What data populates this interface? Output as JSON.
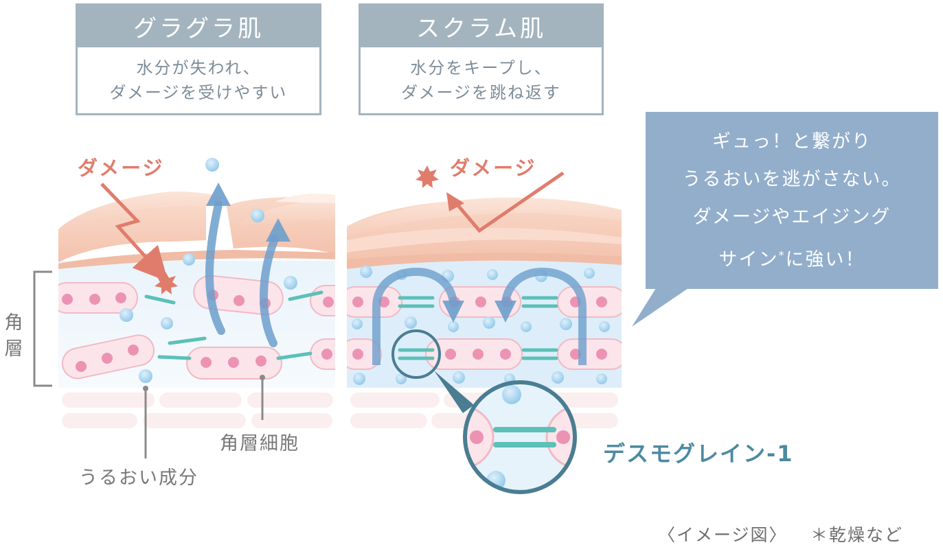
{
  "left_panel": {
    "title": "グラグラ肌",
    "line1": "水分が失われ、",
    "line2": "ダメージを受けやすい",
    "damage_label": "ダメージ"
  },
  "right_panel": {
    "title": "スクラム肌",
    "line1": "水分をキープし、",
    "line2": "ダメージを跳ね返す",
    "damage_label": "ダメージ"
  },
  "callout": {
    "line1": "ギュっ！と繋がり",
    "line2": "うるおいを逃がさない。",
    "line3": "ダメージやエイジング",
    "line4_main": "サイン",
    "line4_mark": "*",
    "line4_tail": "に強い！"
  },
  "labels": {
    "kakuso_top": "角",
    "kakuso_bottom": "層",
    "moisture": "うるおい成分",
    "corneocyte": "角層細胞",
    "desmoglein": "デスモグレイン-1"
  },
  "footer": {
    "image_note": "〈イメージ図〉",
    "footnote": "＊乾燥など"
  },
  "colors": {
    "header_gray": "#a3b4bf",
    "callout_blue": "#92aecb",
    "damage_red": "#e07c6c",
    "cell_pink": "#f0a8bf",
    "bond_teal": "#5cc0b8",
    "droplet_blue": "#a8d4ef",
    "arrow_blue": "#6d9fcc"
  }
}
